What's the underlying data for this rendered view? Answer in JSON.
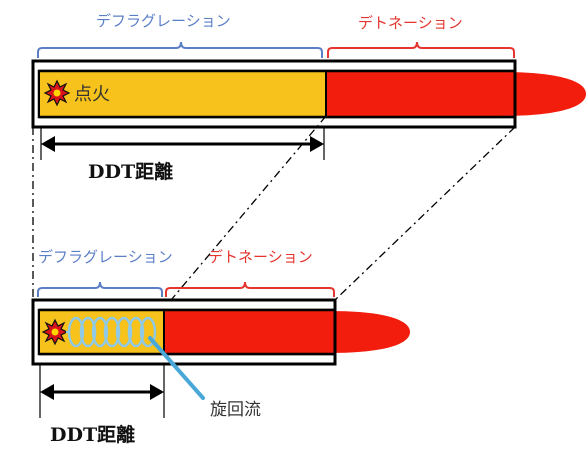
{
  "top": {
    "deflagration_label": "デフラグレーション",
    "detonation_label": "デトネーション",
    "ignition_label": "点火",
    "ddt_label": "DDT距離"
  },
  "bottom": {
    "deflagration_label": "デフラグレーション",
    "detonation_label": "デトネーション",
    "swirl_label": "旋回流",
    "ddt_label": "DDT距離"
  },
  "colors": {
    "deflagration": "#f6c21b",
    "detonation": "#f21d0d",
    "deflagration_bracket": "#5b7fc7",
    "detonation_bracket": "#e5352f",
    "swirl_coil": "#8ec9e6",
    "swirl_pointer": "#4aa8d8"
  }
}
